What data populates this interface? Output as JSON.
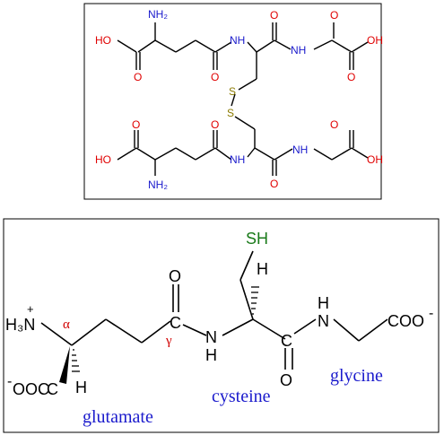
{
  "top_panel": {
    "atoms": {
      "nh2": "NH₂",
      "ho": "HO",
      "oh": "OH",
      "nh": "NH",
      "o": "O",
      "s": "S"
    }
  },
  "bottom_panel": {
    "atoms": {
      "h3n": "H₃N",
      "plus": "+",
      "alpha": "α",
      "gamma": "γ",
      "o": "O",
      "n": "N",
      "h": "H",
      "sh": "SH",
      "coo": "COO",
      "minus": "-",
      "ooc": "OOC"
    },
    "labels": {
      "glutamate": "glutamate",
      "cysteine": "cysteine",
      "glycine": "glycine"
    }
  },
  "colors": {
    "bond": "#000000",
    "oxygen": "#e00000",
    "nitrogen": "#1a1acc",
    "sulfur": "#8a7a00",
    "carbon": "#000000",
    "greek": "#d00000",
    "thiol": "#1a7a1a",
    "residue_label": "#1a1acc",
    "frame": "#000000"
  }
}
